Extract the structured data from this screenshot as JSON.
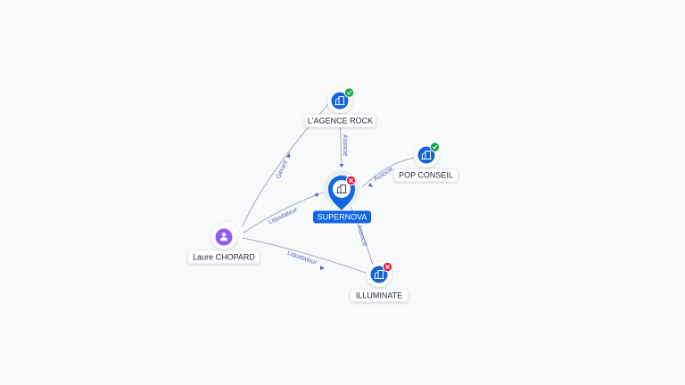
{
  "colors": {
    "company": "#1363d9",
    "person": "#8b5cf6",
    "active_badge": "#16a34a",
    "closed_badge": "#e11d48",
    "edge": "#8f97a6",
    "edge_label": "#5a63c4",
    "focus_label_bg": "#1266e3"
  },
  "icons": {
    "company": "building-icon",
    "person": "person-icon",
    "active": "check-icon",
    "closed": "close-icon"
  },
  "graph": {
    "nodes": [
      {
        "id": "agence_rock",
        "label": "L'AGENCE ROCK",
        "kind": "company",
        "status": "active"
      },
      {
        "id": "pop_conseil",
        "label": "POP CONSEIL",
        "kind": "company",
        "status": "active"
      },
      {
        "id": "supernova",
        "label": "SUPERNOVA",
        "kind": "company",
        "status": "closed",
        "focus": true
      },
      {
        "id": "illuminate",
        "label": "ILLUMINATE",
        "kind": "company",
        "status": "closed"
      },
      {
        "id": "laure_chopard",
        "label": "Laure CHOPARD",
        "kind": "person",
        "status": "none"
      }
    ],
    "edges": [
      {
        "id": "rock_supernova",
        "label": "Associé"
      },
      {
        "id": "pop_supernova",
        "label": "Associé"
      },
      {
        "id": "supernova_illuminate",
        "label": "Associé"
      },
      {
        "id": "laure_rock",
        "label": "Gérant"
      },
      {
        "id": "laure_supernova",
        "label": "Liquidateur"
      },
      {
        "id": "laure_illuminate",
        "label": "Liquidateur"
      }
    ]
  }
}
